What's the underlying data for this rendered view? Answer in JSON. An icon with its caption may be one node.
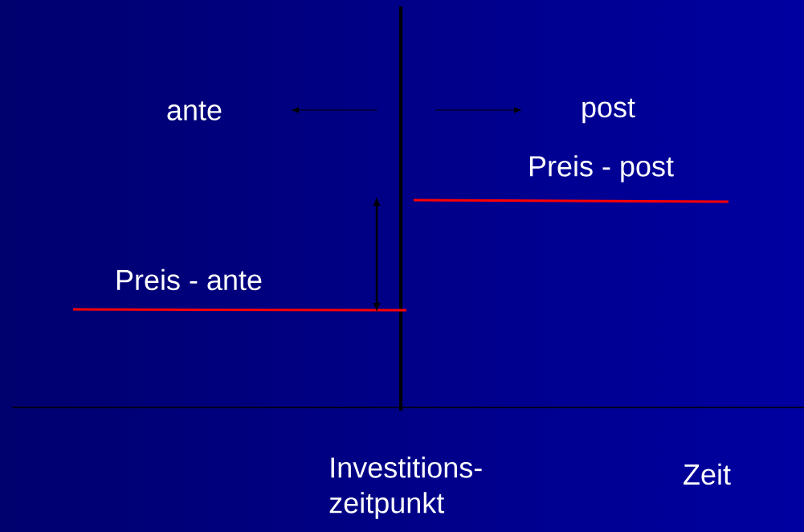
{
  "diagram": {
    "labels": [
      "ante",
      "post",
      "Preis - post",
      "Preis - ante",
      "Investitions- zeitpunkt",
      "Zeit"
    ]
  }
}
